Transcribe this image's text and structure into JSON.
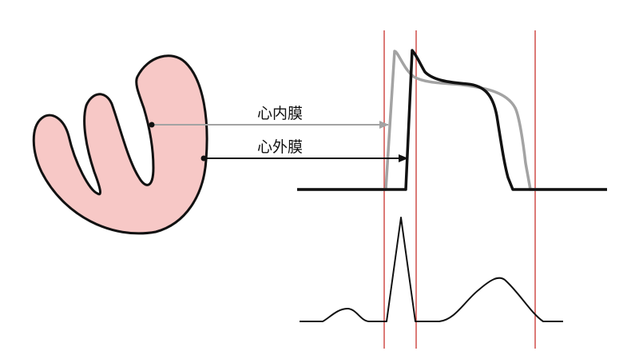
{
  "labels": {
    "endocardium": "心内膜",
    "epicardium": "心外膜"
  },
  "colors": {
    "heart_fill": "#f7c8c6",
    "outline": "#111111",
    "endocardium_trace": "#a3a3a3",
    "epicardium_trace": "#111111",
    "marker_line": "#c8322e",
    "ecg_trace": "#111111"
  },
  "icons": {
    "heart_section": "heart-wall-cross-section"
  }
}
